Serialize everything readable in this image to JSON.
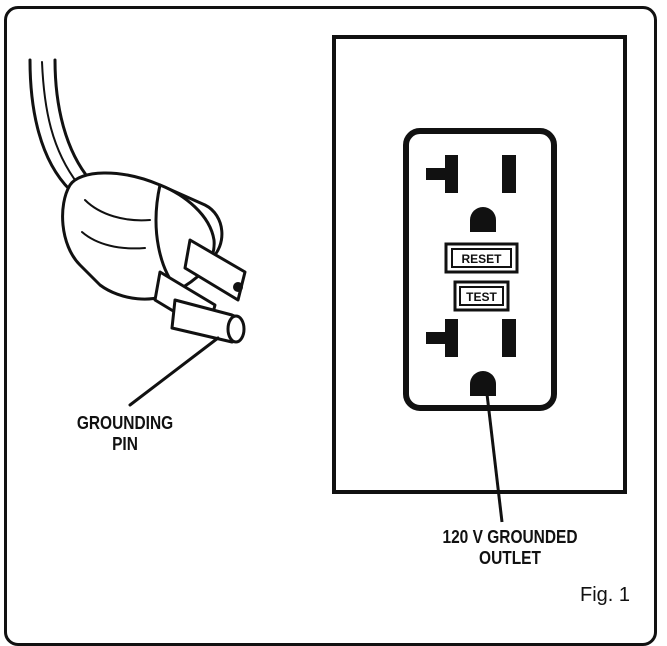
{
  "labels": {
    "grounding_pin": [
      "GROUNDING",
      "PIN"
    ],
    "outlet": [
      "120 V GROUNDED",
      "OUTLET"
    ],
    "reset_button": "RESET",
    "test_button": "TEST",
    "figure": "Fig. 1"
  },
  "colors": {
    "ink": "#111111",
    "background": "#ffffff"
  }
}
